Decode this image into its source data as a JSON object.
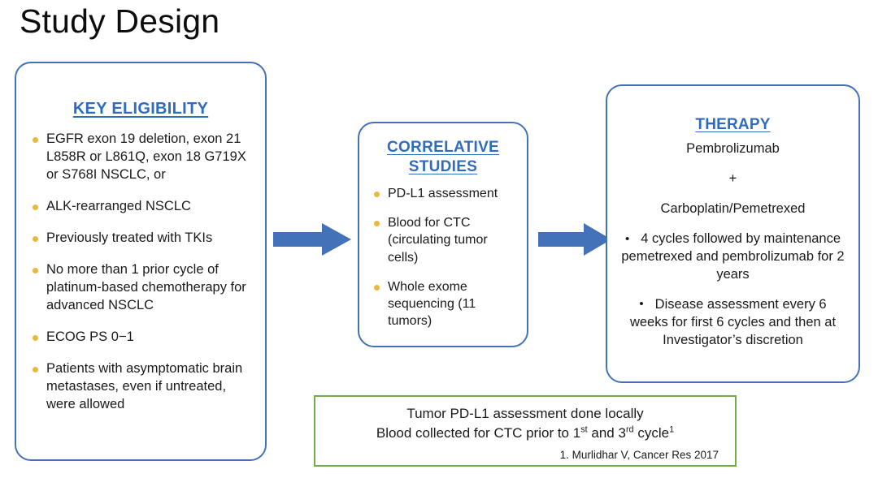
{
  "slide": {
    "title": "Study Design"
  },
  "eligibility": {
    "heading": "KEY ELIGIBILITY",
    "items": [
      "EGFR exon 19 deletion, exon 21 L858R or L861Q, exon 18 G719X or S768I NSCLC, or",
      "ALK-rearranged NSCLC",
      "Previously treated with TKIs",
      "No more than 1 prior cycle of platinum-based chemotherapy for advanced NSCLC",
      "ECOG PS 0−1",
      "Patients with asymptomatic brain metastases, even if untreated, were allowed"
    ]
  },
  "correlative": {
    "heading_line1": "CORRELATIVE",
    "heading_line2": "STUDIES",
    "items": [
      "PD-L1 assessment",
      "Blood for CTC (circulating tumor cells)",
      "Whole exome sequencing (11 tumors)"
    ]
  },
  "therapy": {
    "heading": "THERAPY",
    "drug1": "Pembrolizumab",
    "plus": "+",
    "drug2": "Carboplatin/Pemetrexed",
    "bullet_glyph": "•",
    "point1": "4 cycles followed by maintenance pemetrexed and pembrolizumab for 2 years",
    "point2": "Disease assessment every 6 weeks for first 6 cycles and then at Investigator’s discretion"
  },
  "footnote": {
    "line1": "Tumor PD-L1 assessment done locally",
    "line2_pre": "Blood collected for CTC prior to 1",
    "line2_sup1": "st",
    "line2_mid": " and 3",
    "line2_sup2": "rd",
    "line2_post": " cycle",
    "line2_ref": "1",
    "citation": "1. Murlidhar V, Cancer Res 2017"
  },
  "colors": {
    "panel_border": "#4472b8",
    "heading_blue": "#2f6cc0",
    "bullet_amber": "#e8b93c",
    "arrow_blue": "#4472b8",
    "green_border": "#70ad47"
  }
}
